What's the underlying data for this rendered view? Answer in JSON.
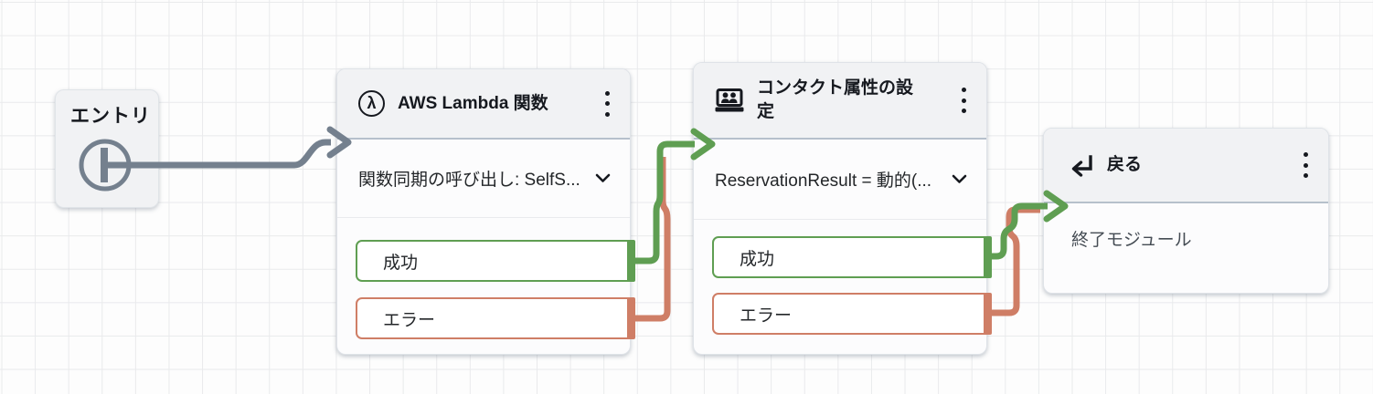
{
  "colors": {
    "success_green": "#5f9e52",
    "error_salmon": "#cf7e66",
    "connector_gray": "#74808e",
    "header_bg": "#f1f2f4",
    "canvas_bg": "#fdfdfd"
  },
  "entry": {
    "label": "エントリ"
  },
  "nodes": [
    {
      "title": "AWS Lambda 関数",
      "icon": "lambda-circle-icon",
      "dropdown_value": "関数同期の呼び出し: SelfS...",
      "outputs": [
        {
          "label": "成功"
        },
        {
          "label": "エラー"
        }
      ]
    },
    {
      "title": "コンタクト属性の設定",
      "icon": "contact-attributes-icon",
      "dropdown_value": "ReservationResult = 動的(...",
      "outputs": [
        {
          "label": "成功"
        },
        {
          "label": "エラー"
        }
      ]
    },
    {
      "title": "戻る",
      "icon": "return-arrow-icon",
      "body_text": "終了モジュール"
    }
  ]
}
